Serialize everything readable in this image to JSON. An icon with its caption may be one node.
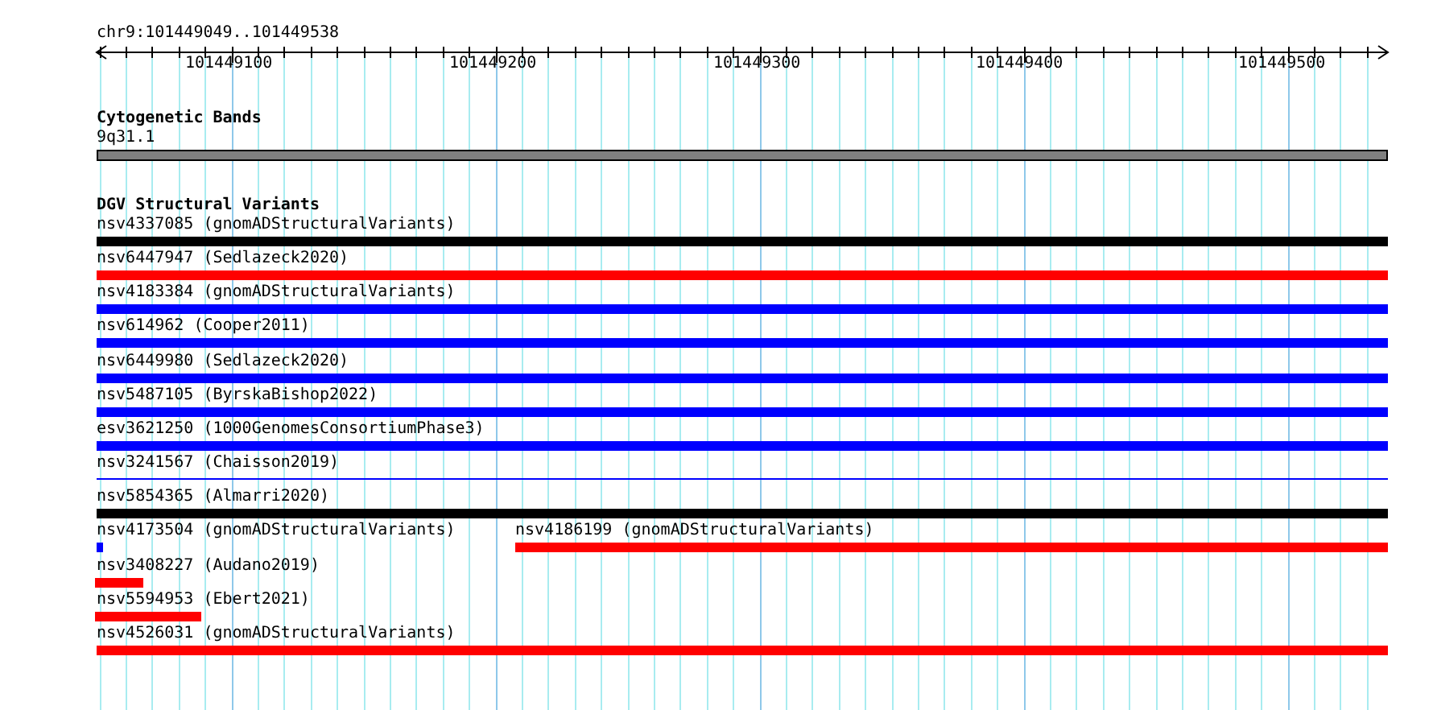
{
  "diagram": {
    "title": "chr9:101449049..101449538",
    "nodes": [
      {
        "text": [
          "9q31.1"
        ]
      },
      {
        "text": [
          "nsv4337085 (gnomADStructuralVariants)"
        ]
      },
      {
        "text": [
          "nsv6447947 (Sedlazeck2020)"
        ]
      },
      {
        "text": [
          "nsv4183384 (gnomADStructuralVariants)"
        ]
      },
      {
        "text": [
          "nsv614962 (Cooper2011)"
        ]
      },
      {
        "text": [
          "nsv6449980 (Sedlazeck2020)"
        ]
      },
      {
        "text": [
          "nsv5487105 (ByrskaBishop2022)"
        ]
      },
      {
        "text": [
          "esv3621250 (1000GenomesConsortiumPhase3)"
        ]
      },
      {
        "text": [
          "nsv3241567 (Chaisson2019)"
        ]
      },
      {
        "text": [
          "nsv5854365 (Almarri2020)"
        ]
      },
      {
        "text": [
          "nsv4173504 (gnomADStructuralVariants)"
        ]
      },
      {
        "text": [
          "nsv4186199 (gnomADStructuralVariants)"
        ]
      },
      {
        "text": [
          "nsv3408227 (Audano2019)"
        ]
      },
      {
        "text": [
          "nsv5594953 (Ebert2021)"
        ]
      },
      {
        "text": [
          "nsv4526031 (gnomADStructuralVariants)"
        ]
      }
    ],
    "labels": [
      "101449100",
      "101449200",
      "101449300",
      "101449400",
      "101449500",
      "Cytogenetic Bands",
      "DGV Structural Variants"
    ]
  }
}
